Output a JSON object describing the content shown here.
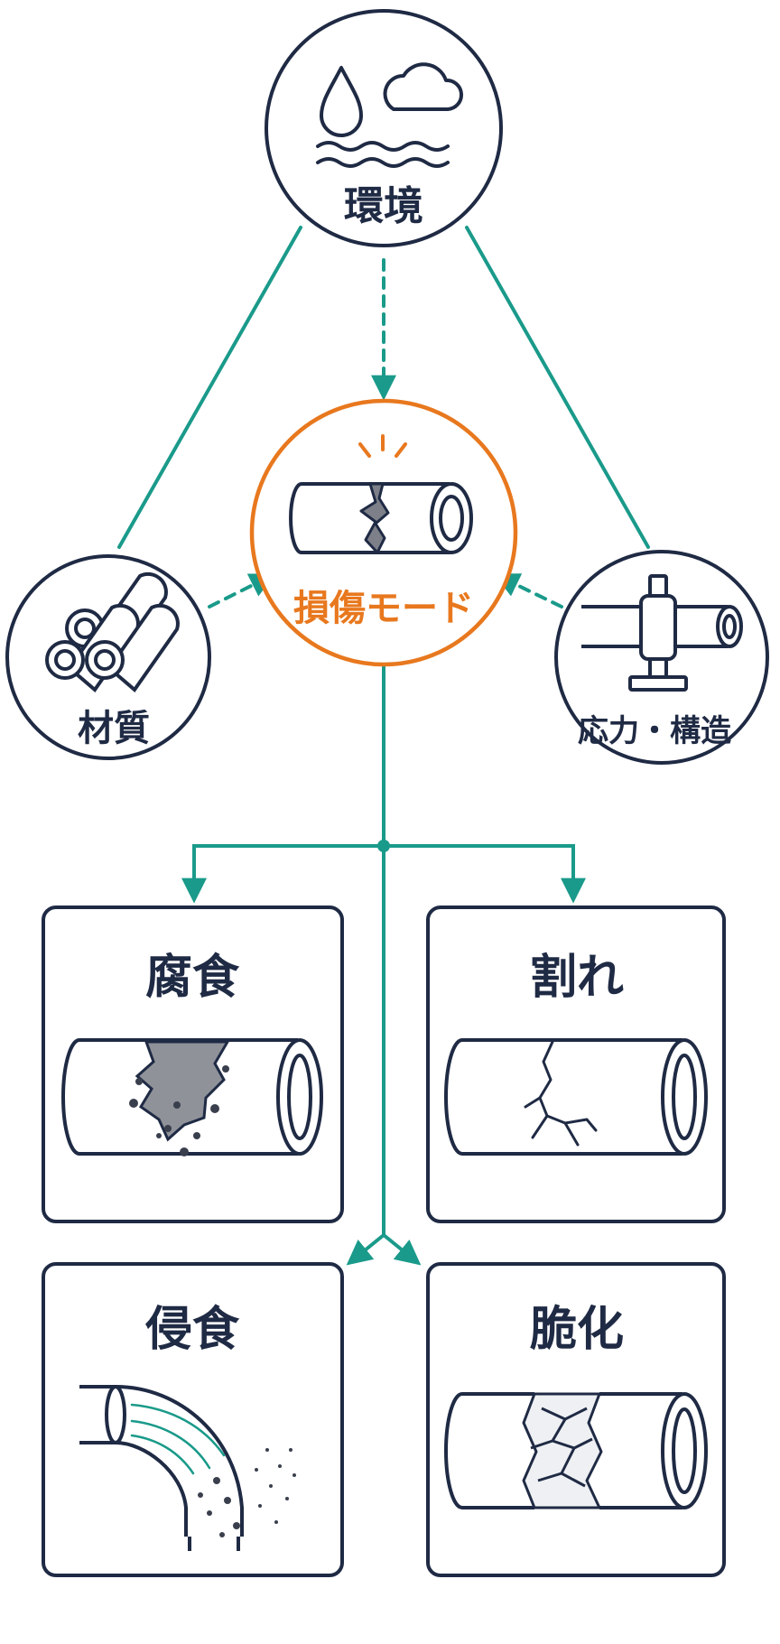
{
  "nodes": {
    "environment": "環境",
    "damage_mode": "損傷モード",
    "material": "材質",
    "stress_structure": "応力・構造"
  },
  "modes": {
    "corrosion": "腐食",
    "cracking": "割れ",
    "erosion": "侵食",
    "embrittlement": "脆化"
  },
  "colors": {
    "navy": "#1f2a44",
    "teal": "#1a9a8a",
    "orange": "#e8781e",
    "gray": "#8f9299"
  }
}
